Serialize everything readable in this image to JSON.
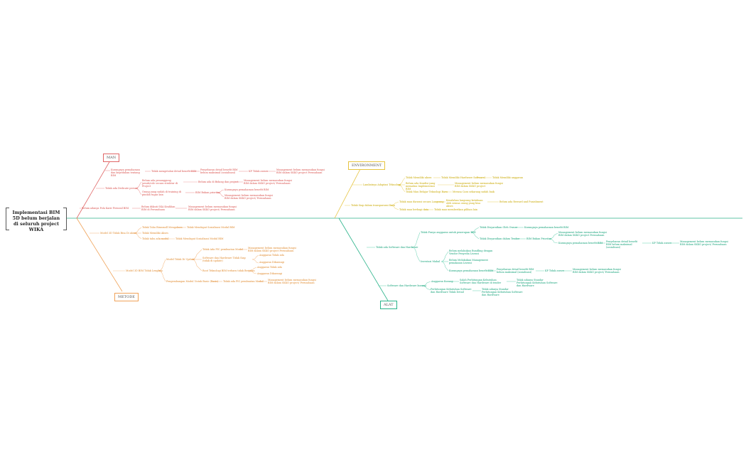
{
  "root": {
    "title": "Implementasi BIM 5D belum berjalan di seluruh project WIKA"
  },
  "categories": {
    "man": "MAN",
    "metode": "METODE",
    "environment": "ENVIRONMENT",
    "alat": "ALAT"
  },
  "colors": {
    "man": "#d9534f",
    "metode": "#e08a2e",
    "environment": "#c9a800",
    "alat": "#16a37a",
    "spine": "#2bb38a"
  },
  "man": {
    "n1": "Kurangnya pemahaman dan kepedulian tentang BIM",
    "n1a": "Tidak mengetahui detail benefit BIM",
    "n1b": "Penyebaran detail benefit BIM belum maksimal (sosialisasi)",
    "n1c": "KP Tidak aware",
    "n1d": "Management belum memasukan fungsi BIM dalam SKKO project Perusahaan",
    "n2": "Tidak ada Dedicate person",
    "n2a": "Belum ada penanggung jawab/role secara struktur di Project",
    "n2b": "Belum ada di Bidang dan project",
    "n2c": "Management belum memasukan fungsi BIM dalam SKKO project/ Perusahaan",
    "n2d": "Orang yang sudah di training di pindah tugas lain",
    "n2e": "BIM Bukan prioritas",
    "n2f": "Kurangnya pemahaman benefit BIM",
    "n2g": "Management belum memasukan fungsi BIM dalam SKKO project/ Perusahaan",
    "n3": "Belum adanya Pola Karir Personil BIM",
    "n3a": "Belum diikuti SKA Keahlian BIM di Perusahaan",
    "n3b": "Management belum memasukan fungsi BIM dalam SKKO project/ Perusahaan"
  },
  "metode": {
    "n1": "Model 3D Tidak Bisa Di akses",
    "n1a": "Tidak Tahu Bimsmoll Mengakses",
    "n1b": "Tidak Mendapat Sosialisasi Modul BIM",
    "n1c": "Tidak Memiliki Akses",
    "n1d": "Tidak tahu ada modul",
    "n1e": "Tidak Mendapat Sosialisasi Modul BIM",
    "n2": "Model 3D BIM Tidak Lengkap",
    "n2a": "Model Tidak Di Update",
    "n2a1": "Tidak Ada PIC pembuatan Model",
    "n2a1x": "Management belum memasukan fungsi BIM dalam SKKO project Perusahaan",
    "n2a2": "Software dan Hardware Tidak Siap (tidak di update)",
    "n2a2x": "Anggaran Tidak ada",
    "n2a2y": "Anggaran Dikurangi",
    "n2a3": "Root Teknologi BIM terbaru tidak Berjalan",
    "n2a3x": "Anggaran Tidak ada",
    "n2a3y": "Anggaran Dikurangi",
    "n2b": "Pengembangan Modul Untuk Basic (Basis)",
    "n2b1": "Tidak ada PIC pembuatan Modul",
    "n2b2": "Management belum memasukan fungsi BIM dalam SKKO project/ Perusahaan"
  },
  "environment": {
    "n1": "Lambatnya Adaptasi Teknologi",
    "n1a": "Tidak Memiliki akses",
    "n1a1": "Tidak Memiliki Hardware Software)",
    "n1a2": "Tidak Memiliki anggaran",
    "n1b": "Belum ada Kondisi yang memaksa Implementasi BIM",
    "n1b1": "Management belum memasukan fungsi BIM dalam SKKO project",
    "n1c": "Tidak Mau Belajar Teknologi Baru",
    "n1c1": "Merasa Cara sekarang sudah baik",
    "n2": "Tidak Siap dalam transparansi Data",
    "n2a": "Tidak mau diawasi secara Langsung",
    "n2a1": "Kesalahan langsung ketahuan oleh semua orang yang bisa akses",
    "n2a2": "Belum ada Reward and Punishment",
    "n2b": "Tidak mau berbagi data",
    "n2b1": "Tidak mau memberikan pilihan lain"
  },
  "alat": {
    "n1": "Tidak ada Software dan Hardware",
    "n1a": "Tidak Punya anggaran untuk penerapan BIM",
    "n1a1": "Tidak Disyaratkan Oleh Owner",
    "n1a1x": "Kurangnya pemahaman benefit BIM",
    "n1a2": "Tidak Disyaratkan dalam Tender",
    "n1a2x": "BIM Bukan Prioritas",
    "n1a2y": "Management belum memasukan fungsi BIM dalam SKKO project Perusahaan",
    "n1a2z": "Kurangnya pemahaman benefit BIM",
    "n1a2z1": "Penyebaran detail benefit BIM belum maksimal (sosialisasi)",
    "n1a2z2": "KP Tidak aware",
    "n1a2z3": "Management belum memasukan fungsi BIM dalam SKKO project/ Perusahaan",
    "n1b": "Investasi Mahal",
    "n1b1": "Belum melakukan Bundling dengan Vendor Penyedia Lisensi",
    "n1b2": "Belum Melakukan Management pemakaian Lisensi",
    "n1b3": "Kurangnya pemahaman benefit BIM",
    "n1b3a": "Penyebaran detail benefit BIM belum maksimal (sosialisasi)",
    "n1b3b": "KP Tidak aware",
    "n1b3c": "Management belum memasukan fungsi BIM dalam SKKO project/ Perusahaan",
    "n2": "Software dan Hardware kurang",
    "n2a": "Anggaran Kurang",
    "n2a1": "Salah Perhitungan Kebutuhan Software dan Hardware di tender",
    "n2a2": "Tidak adanya Standar Perhitungan Kebutuhan Software dan Hardware",
    "n2b": "Perhitungan Kebutuhan Software dan Hardware Tidak Detail",
    "n2b1": "Tidak adanya Standar Perhitungan Kebutuhan Software dan Hardware"
  }
}
